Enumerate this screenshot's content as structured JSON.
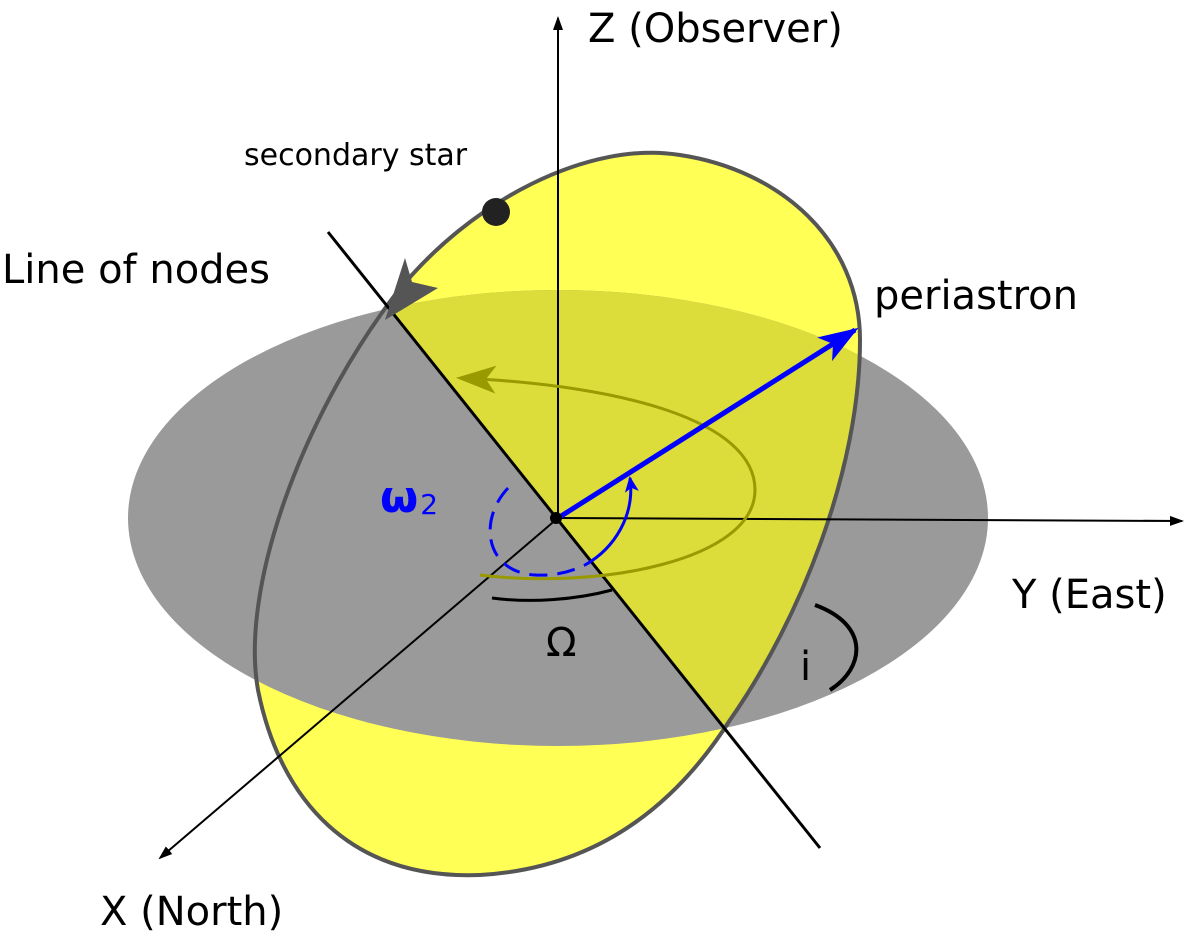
{
  "labels": {
    "z_axis": "Z (Observer)",
    "y_axis": "Y (East)",
    "x_axis": "X (North)",
    "secondary_star": "secondary star",
    "line_of_nodes": "Line of nodes",
    "periastron": "periastron",
    "argument_of_periastron": "ω",
    "argument_subscript": "2",
    "longitude_of_node": "Ω",
    "inclination": "i"
  },
  "colors": {
    "sky_plane": "#9a9a9a",
    "orbit_plane": "#ffff55",
    "orbit_plane_over_sky": "#dcdc3a",
    "periastron_vector": "#0000ff",
    "orbit_outline": "#555555",
    "in_plane_arrow": "#999900"
  }
}
